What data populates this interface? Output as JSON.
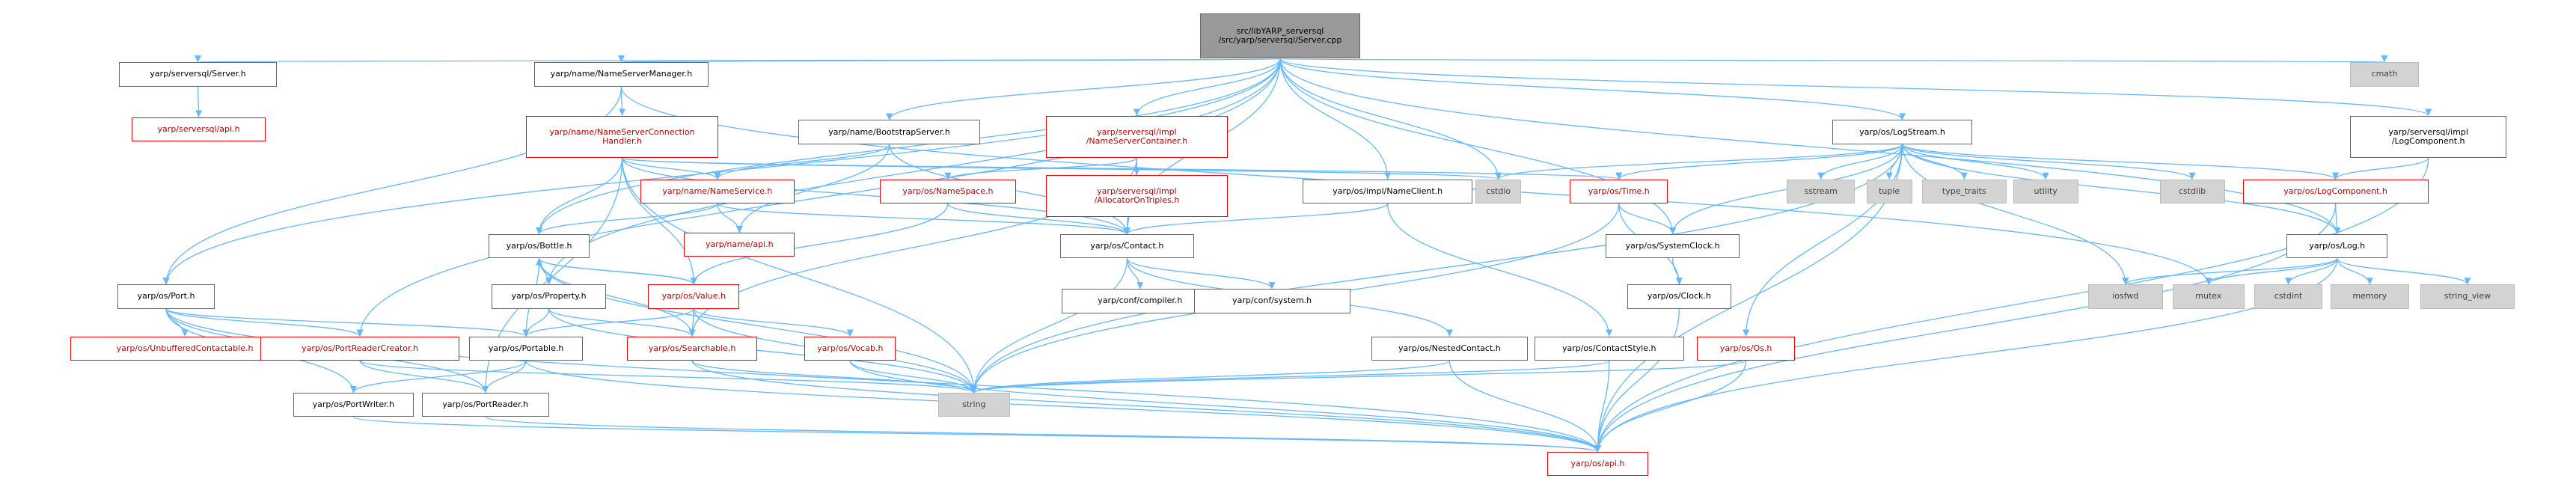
{
  "diagram": {
    "edge_color": "#63b8ff",
    "nodes": {
      "root": "src/libYARP_serversql\n/src/yarp/serversql/Server.cpp",
      "serversql_server_h": "yarp/serversql/Server.h",
      "serversql_api_h": "yarp/serversql/api.h",
      "nameservermanager_h": "yarp/name/NameServerManager.h",
      "nameserverconnectionhandler_h": "yarp/name/NameServerConnection\nHandler.h",
      "nameservice_h": "yarp/name/NameService.h",
      "name_api_h": "yarp/name/api.h",
      "bootstrapserver_h": "yarp/name/BootstrapServer.h",
      "nameservercontainer_h": "yarp/serversql/impl\n/NameServerContainer.h",
      "allocatorontriples_h": "yarp/serversql/impl\n/AllocatorOnTriples.h",
      "namespace_h": "yarp/os/NameSpace.h",
      "nameclient_h": "yarp/os/impl/NameClient.h",
      "contact_h": "yarp/os/Contact.h",
      "compiler_h": "yarp/conf/compiler.h",
      "system_h": "yarp/conf/system.h",
      "nestedcontact_h": "yarp/os/NestedContact.h",
      "contactstyle_h": "yarp/os/ContactStyle.h",
      "port_h": "yarp/os/Port.h",
      "unbufferedcontactable_h": "yarp/os/UnbufferedContactable.h",
      "portreadercreator_h": "yarp/os/PortReaderCreator.h",
      "bottle_h": "yarp/os/Bottle.h",
      "property_h": "yarp/os/Property.h",
      "portable_h": "yarp/os/Portable.h",
      "portwriter_h": "yarp/os/PortWriter.h",
      "portreader_h": "yarp/os/PortReader.h",
      "value_h": "yarp/os/Value.h",
      "searchable_h": "yarp/os/Searchable.h",
      "vocab_h": "yarp/os/Vocab.h",
      "string": "string",
      "cstdio": "cstdio",
      "logstream_h": "yarp/os/LogStream.h",
      "time_h": "yarp/os/Time.h",
      "systemclock_h": "yarp/os/SystemClock.h",
      "clock_h": "yarp/os/Clock.h",
      "os_h": "yarp/os/Os.h",
      "sstream": "sstream",
      "tuple": "tuple",
      "type_traits": "type_traits",
      "utility": "utility",
      "cstdlib": "cstdlib",
      "logcomponent_h": "yarp/os/LogComponent.h",
      "serversql_logcomponent_h": "yarp/serversql/impl\n/LogComponent.h",
      "cmath": "cmath",
      "log_h": "yarp/os/Log.h",
      "iosfwd": "iosfwd",
      "mutex": "mutex",
      "cstdint": "cstdint",
      "memory": "memory",
      "string_view": "string_view",
      "os_api_h": "yarp/os/api.h"
    }
  }
}
